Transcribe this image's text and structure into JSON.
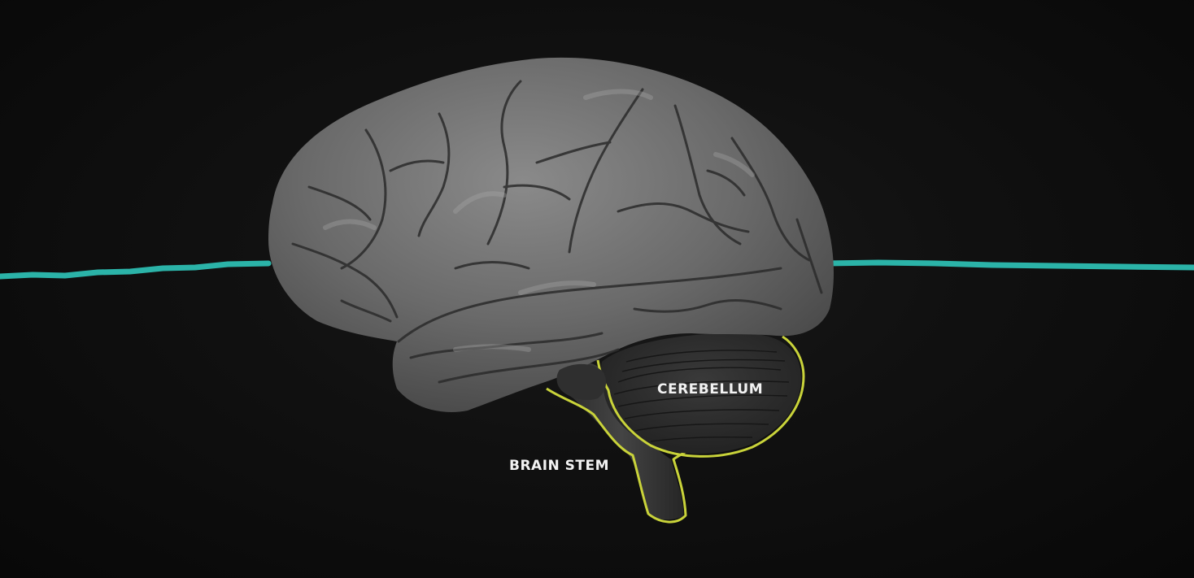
{
  "labels": {
    "cerebellum": "CEREBELLUM",
    "brain_stem": "BRAIN STEM"
  },
  "colors": {
    "background": "#0b0b0b",
    "pulse_line": "#2bb3a8",
    "highlight_outline": "#c9d33a",
    "cerebrum": "#6b6b6b",
    "cerebellum_fill": "#2a2a2a",
    "brain_stem_fill": "#333333",
    "label_text": "#f2f2f2"
  },
  "icons": {
    "brain": "brain-illustration",
    "pulse": "flat-line-pulse"
  }
}
